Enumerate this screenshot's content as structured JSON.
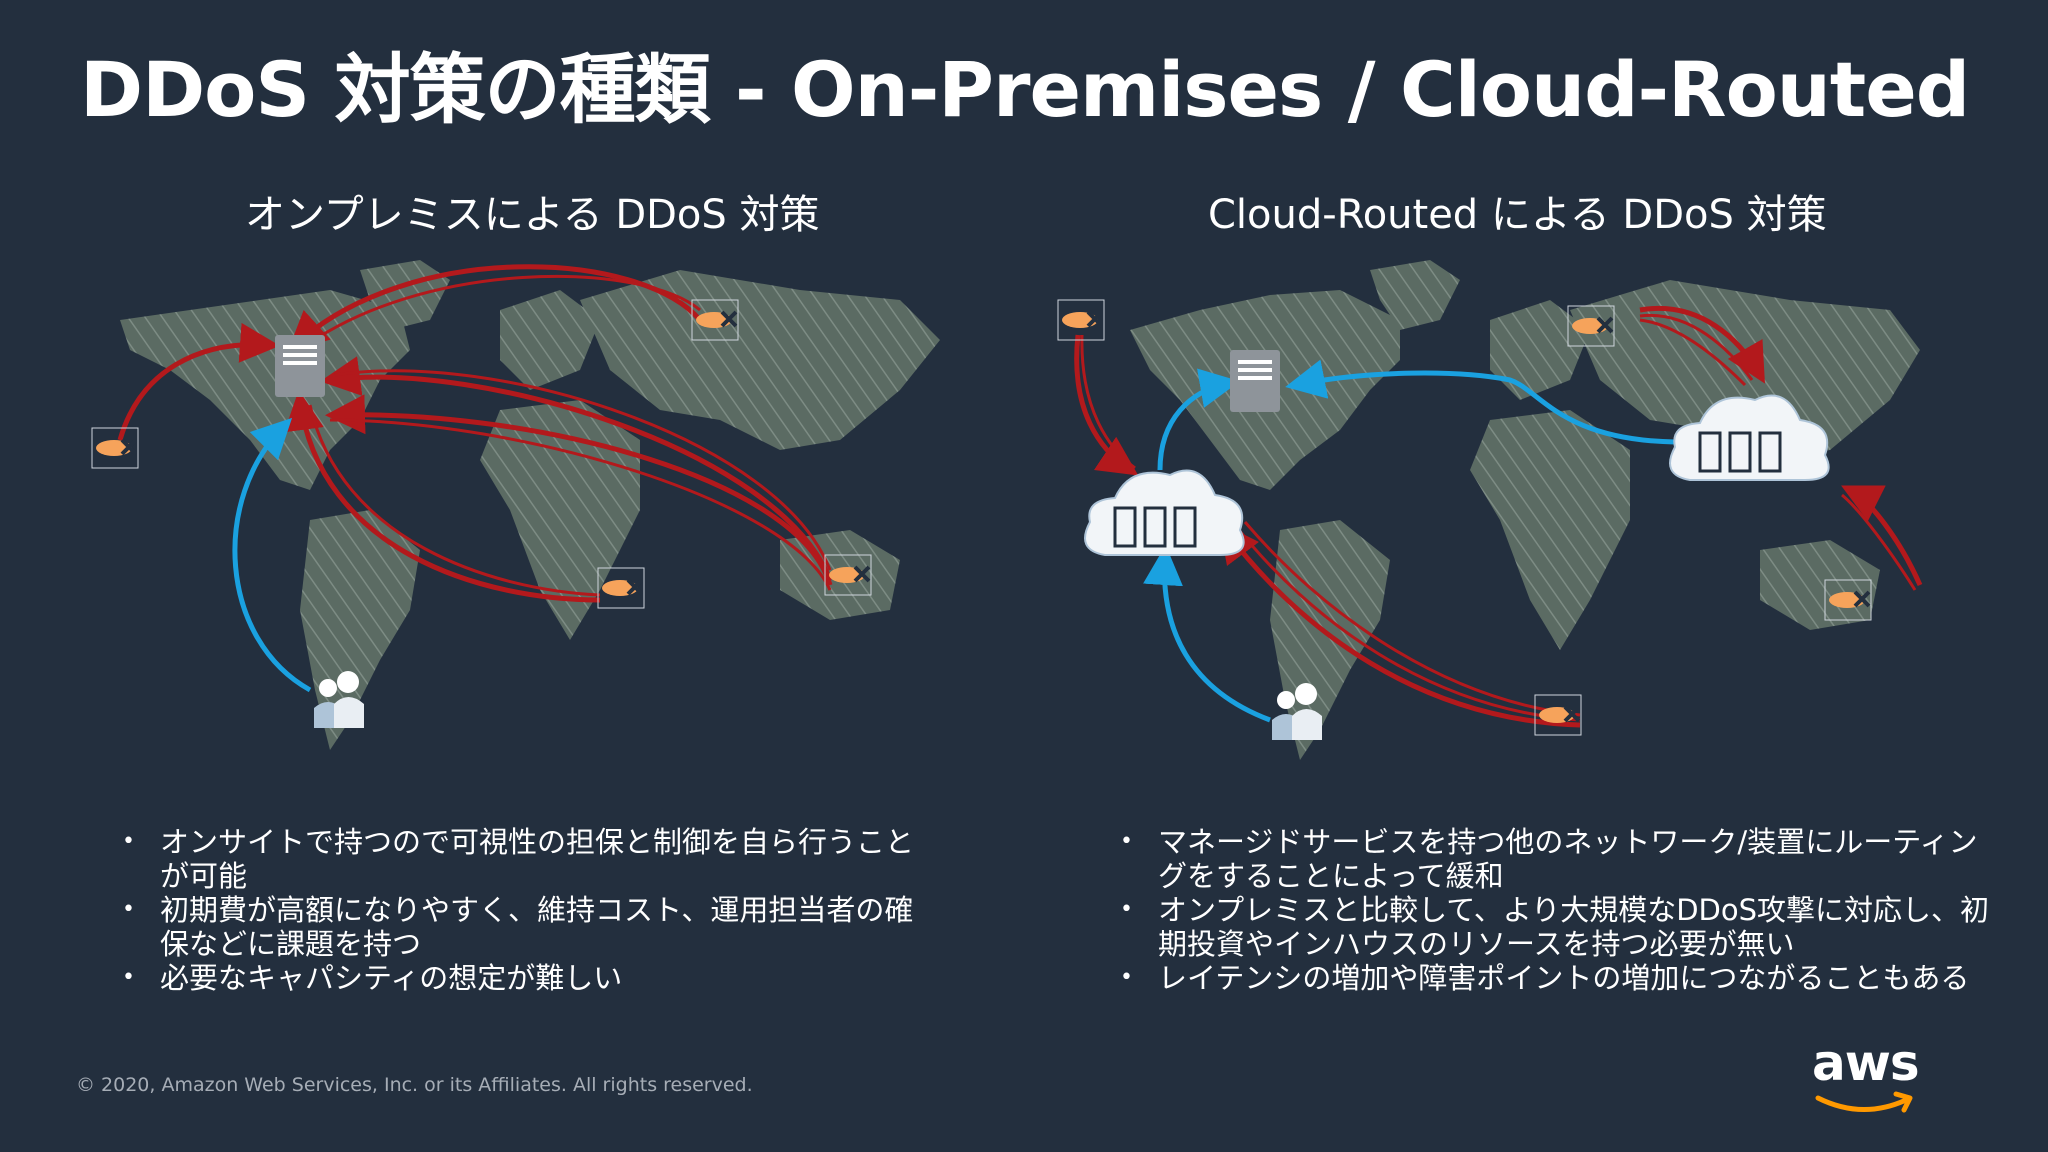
{
  "slide": {
    "title": "DDoS 対策の種類 - On-Premises / Cloud-Routed",
    "left_panel": {
      "title": "オンプレミスによる DDoS 対策",
      "bullets": [
        "オンサイトで持つので可視性の担保と制御を自ら行うことが可能",
        "初期費が高額になりやすく、維持コスト、運用担当者の確保などに課題を持つ",
        "必要なキャパシティの想定が難しい"
      ]
    },
    "right_panel": {
      "title": "Cloud-Routed による DDoS 対策",
      "bullets": [
        "マネージドサービスを持つ他のネットワーク/装置にルーティングをすることによって緩和",
        "オンプレミスと比較して、より大規模なDDoS攻撃に対応し、初期投資やインハウスのリソースを持つ必要が無い",
        "レイテンシの増加や障害ポイントの増加につながることもある"
      ]
    },
    "copyright": "© 2020, Amazon Web Services, Inc. or its Affiliates. All rights reserved.",
    "logo_text": "aws"
  },
  "colors": {
    "background": "#232f3e",
    "land": "#5b6b63",
    "attack_arrow": "#b3191c",
    "user_arrow": "#1aa1e0",
    "server": "#8e949a",
    "cloud": "#f2f5f8",
    "bot": "#f6a35b",
    "aws_smile": "#ff9900"
  },
  "icons": [
    "server-icon",
    "cloud-scrubbing-icon",
    "bot-icon",
    "users-icon",
    "aws-logo"
  ]
}
